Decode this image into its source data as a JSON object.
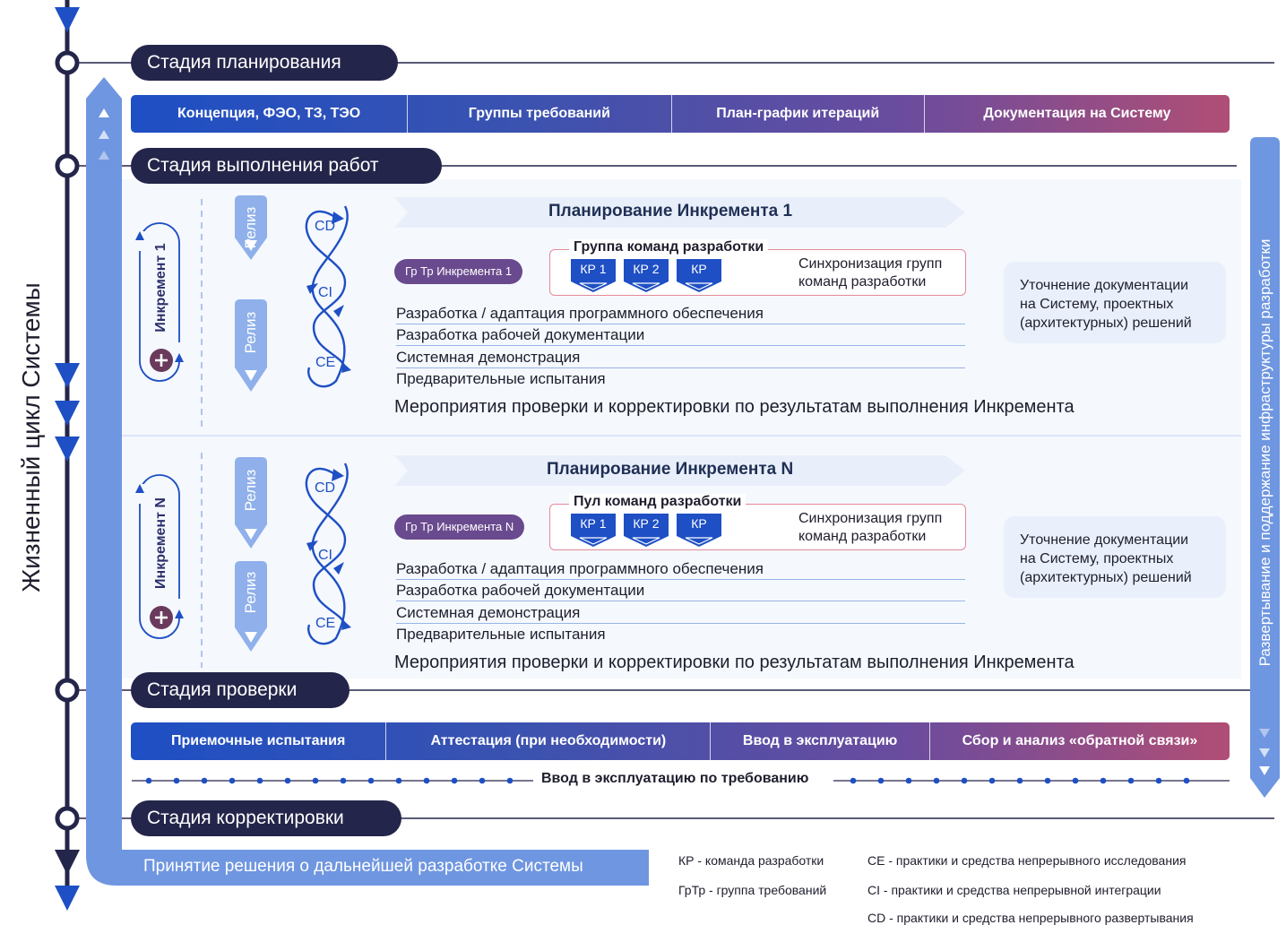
{
  "lifecycle_title": "Жизненный цикл Системы",
  "infra_title": "Развертывание и поддержание инфраструктуры разработки",
  "stages": {
    "planning": "Стадия планирования",
    "execution": "Стадия выполнения работ",
    "verification": "Стадия проверки",
    "correction": "Стадия корректировки"
  },
  "planning_bar": [
    "Концепция, ФЭО, ТЗ, ТЭО",
    "Группы требований",
    "План-график итераций",
    "Документация на Систему"
  ],
  "verification_bar": [
    "Приемочные испытания",
    "Аттестация (при необходимости)",
    "Ввод в эксплуатацию",
    "Сбор и анализ «обратной связи»"
  ],
  "operation_on_demand": "Ввод в эксплуатацию по требованию",
  "decision": "Принятие решения о дальнейшей разработке Системы",
  "increments": [
    {
      "label": "Инкремент 1",
      "release1": "Релиз",
      "release2": "Релиз",
      "cycle": {
        "cd": "CD",
        "ci": "CI",
        "ce": "CE"
      },
      "plan_title": "Планирование Инкремента 1",
      "grtr": "Гр Тр Инкремента 1",
      "group_title": "Группа команд разработки",
      "teams": [
        "КР 1",
        "КР 2",
        "КР"
      ],
      "sync_line1": "Синхронизация групп",
      "sync_line2": "команд разработки",
      "tasks": [
        "Разработка / адаптация программного обеспечения",
        "Разработка рабочей документации",
        "Системная демонстрация",
        "Предварительные испытания"
      ],
      "note": [
        "Уточнение документации",
        "на Систему, проектных",
        "(архитектурных) решений"
      ],
      "measures": "Мероприятия проверки и корректировки по результатам выполнения Инкремента"
    },
    {
      "label": "Инкремент N",
      "release1": "Релиз",
      "release2": "Релиз",
      "cycle": {
        "cd": "CD",
        "ci": "CI",
        "ce": "CE"
      },
      "plan_title": "Планирование Инкремента N",
      "grtr": "Гр Тр Инкремента N",
      "group_title": "Пул команд разработки",
      "teams": [
        "КР 1",
        "КР 2",
        "КР"
      ],
      "sync_line1": "Синхронизация групп",
      "sync_line2": "команд разработки",
      "tasks": [
        "Разработка / адаптация программного обеспечения",
        "Разработка рабочей документации",
        "Системная демонстрация",
        "Предварительные испытания"
      ],
      "note": [
        "Уточнение документации",
        "на Систему, проектных",
        "(архитектурных) решений"
      ],
      "measures": "Мероприятия проверки и корректировки по результатам выполнения Инкремента"
    }
  ],
  "legend": {
    "kr": "КР - команда разработки",
    "grtr": "ГрТр - группа требований",
    "ce": "CE - практики и средства непрерывного исследования",
    "ci": "CI - практики и средства непрерывной интеграции",
    "cd": "CD - практики и средства непрерывного развертывания"
  },
  "colors": {
    "dark": "#24254a",
    "blue": "#1e4fc4",
    "light_blue": "#6f96e0",
    "pale_blue": "#eaf0fb",
    "purple": "#6a4a8e",
    "rose": "#b04e75"
  }
}
